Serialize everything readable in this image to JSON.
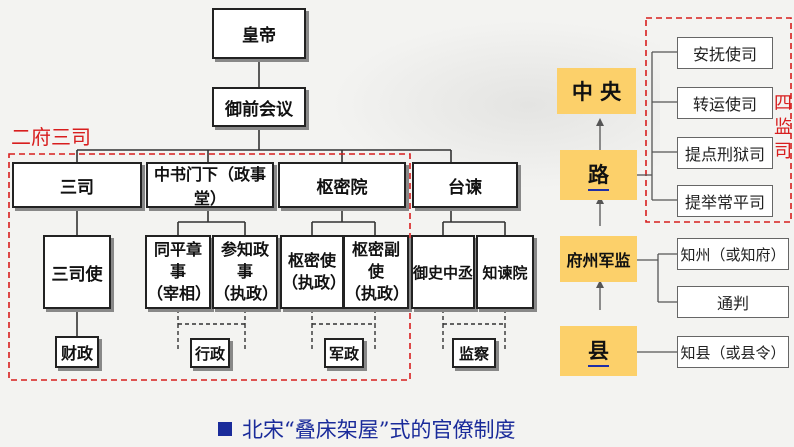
{
  "central": {
    "emperor": "皇帝",
    "council": "御前会议",
    "group_label": "二府三司",
    "departments": [
      "三司",
      "中书门下（政事堂）",
      "枢密院",
      "台谏"
    ],
    "officials": {
      "sansi": "三司使",
      "tongping": [
        "同平章事",
        "（宰相）"
      ],
      "canzhi": [
        "参知政事",
        "（执政）"
      ],
      "shumi": [
        "枢密使",
        "（执政）"
      ],
      "shumi_fu": [
        "枢密副使",
        "（执政）"
      ],
      "yushi": "御史中丞",
      "zhijian": "知谏院"
    },
    "functions": [
      "财政",
      "行政",
      "军政",
      "监察"
    ]
  },
  "local": {
    "levels": [
      "中 央",
      "路",
      "府州军监",
      "县"
    ],
    "four_offices": [
      "安抚使司",
      "转运使司",
      "提点刑狱司",
      "提举常平司"
    ],
    "four_offices_label": [
      "四",
      "监",
      "司"
    ],
    "prefecture_officials": [
      "知州（或知府）",
      "通判"
    ],
    "county_official": "知县（或县令）"
  },
  "caption": "北宋“叠床架屋”式的官僚制度",
  "colors": {
    "red": "#d81e1e",
    "gold": "#fcd06a",
    "blue": "#1a2b9a"
  }
}
